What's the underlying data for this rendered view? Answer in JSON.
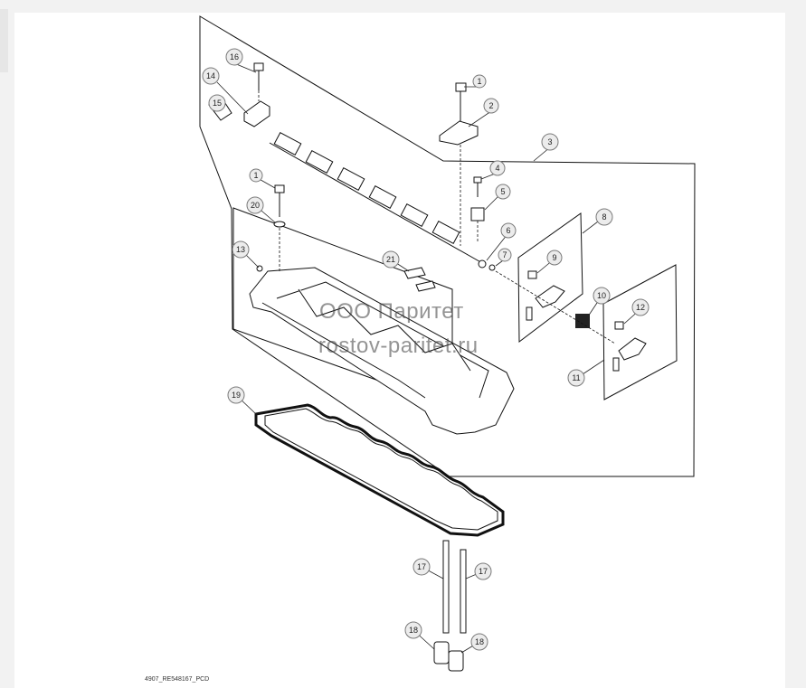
{
  "watermark": {
    "line1": "ООО Паритет",
    "line2": "rostov-paritet.ru"
  },
  "caption": "4907_RE548167_PCD",
  "callouts": [
    {
      "label": "16"
    },
    {
      "label": "14"
    },
    {
      "label": "15"
    },
    {
      "label": "1"
    },
    {
      "label": "2"
    },
    {
      "label": "3"
    },
    {
      "label": "4"
    },
    {
      "label": "5"
    },
    {
      "label": "6"
    },
    {
      "label": "7"
    },
    {
      "label": "8"
    },
    {
      "label": "9"
    },
    {
      "label": "10"
    },
    {
      "label": "12"
    },
    {
      "label": "11"
    },
    {
      "label": "1"
    },
    {
      "label": "20"
    },
    {
      "label": "13"
    },
    {
      "label": "21"
    },
    {
      "label": "19"
    },
    {
      "label": "17"
    },
    {
      "label": "17"
    },
    {
      "label": "18"
    },
    {
      "label": "18"
    }
  ]
}
